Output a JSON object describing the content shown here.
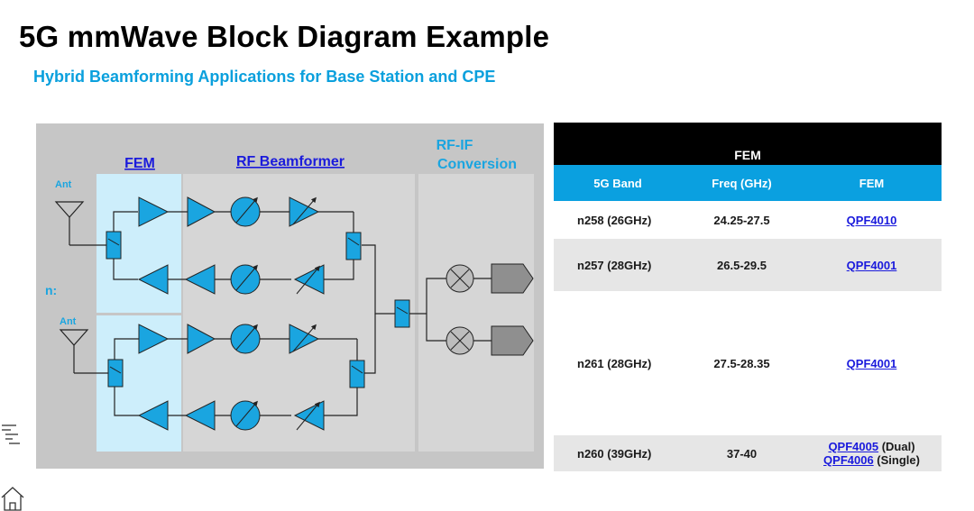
{
  "page": {
    "title": "5G mmWave Block Diagram Example",
    "subtitle": "Hybrid Beamforming Applications for Base Station and CPE"
  },
  "diagram": {
    "sections": {
      "fem": "FEM",
      "beamformer": "RF Beamformer",
      "conversion_line1": "RF-IF",
      "conversion_line2": "Conversion"
    },
    "ant_label": "Ant",
    "n_label": "n:"
  },
  "table": {
    "title": "FEM",
    "headers": [
      "5G Band",
      "Freq (GHz)",
      "FEM"
    ],
    "rows": [
      {
        "band": "n258 (26GHz)",
        "freq": "24.25-27.5",
        "fem": [
          {
            "part": "QPF4010",
            "note": ""
          }
        ]
      },
      {
        "band": "n257 (28GHz)",
        "freq": "26.5-29.5",
        "fem": [
          {
            "part": "QPF4001",
            "note": ""
          }
        ]
      },
      {
        "band": "n261 (28GHz)",
        "freq": "27.5-28.35",
        "fem": [
          {
            "part": "QPF4001",
            "note": ""
          }
        ]
      },
      {
        "band": "n260 (39GHz)",
        "freq": "37-40",
        "fem": [
          {
            "part": "QPF4005",
            "note": " (Dual)"
          },
          {
            "part": "QPF4006",
            "note": " (Single)"
          }
        ]
      }
    ]
  },
  "icons": [
    "toc-icon",
    "home-icon"
  ],
  "colors": {
    "accent_blue": "#0aa0e0",
    "component_blue": "#1aa5e0",
    "link_blue": "#1a1adc",
    "panel_grey": "#c6c6c6"
  }
}
